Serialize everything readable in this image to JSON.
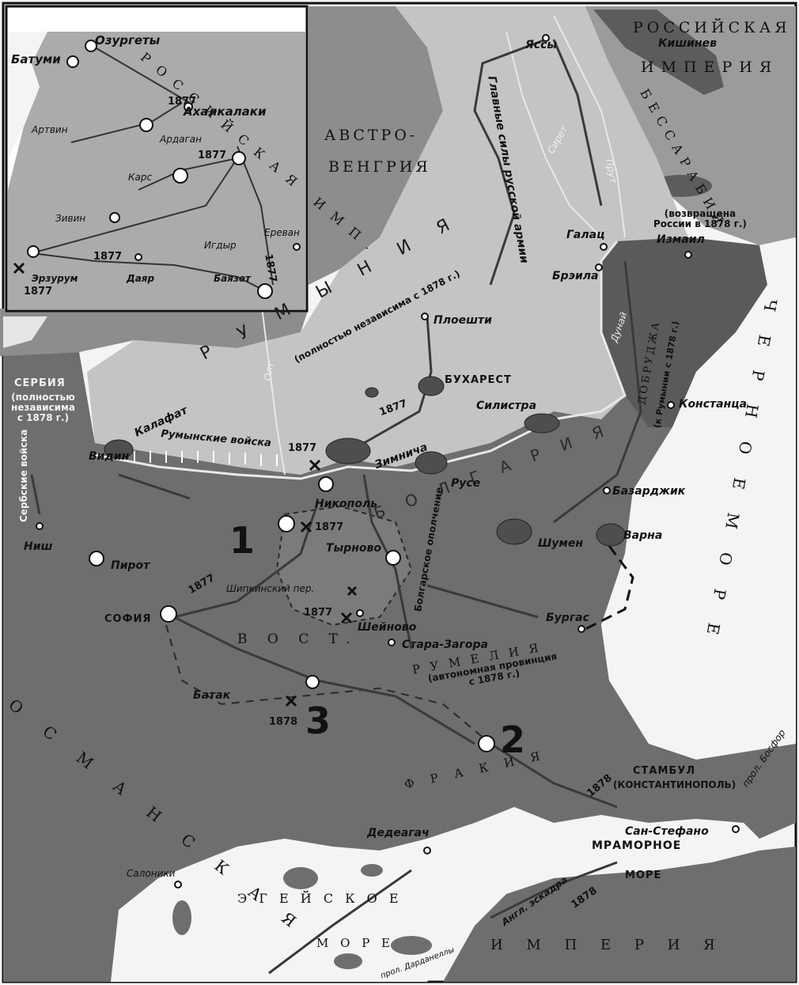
{
  "map": {
    "colors": {
      "sea": "#f4f4f2",
      "empire": "#6e6e6e",
      "romania": "#b7b7b7",
      "austria": "#8d8d8d",
      "russia": "#9b9b9b",
      "inset_land": "#ababab",
      "route": "#3a3a3a",
      "road": "#4a4a4a"
    },
    "inset": {
      "places": [
        "Озургеты",
        "Батуми",
        "Ахалкалаки",
        "Артвин",
        "Ардаган",
        "Карс",
        "Зивин",
        "Ереван",
        "Игдыр",
        "Эрзурум",
        "Даяр",
        "Баязет"
      ],
      "region": "РОССИЙСКАЯ ИМП.",
      "years": [
        "1877",
        "1877",
        "1877",
        "1877",
        "1877"
      ]
    },
    "regions": {
      "russian_empire": "РОССИЙСКАЯ",
      "russian_empire_2": "ИМПЕРИЯ",
      "bessarabia": "БЕССАРАБИЯ",
      "austria": "АВСТРО-",
      "austria_2": "ВЕНГРИЯ",
      "romania": "РУМЫНИЯ",
      "romania_note": "(полностью независима с 1878 г.)",
      "serbia": "СЕРБИЯ",
      "serbia_note": "(полностью\nнезависима\nс 1878 г.)",
      "dobruja": "ДОБРУДЖА",
      "dobruja_note": "(к Румынии с 1878 г.)",
      "bessarabia_note": "(возвращена\nРоссии в 1878 г.)",
      "bulgaria": "БОЛГАРИЯ",
      "east": "В О С Т.",
      "rumelia": "Р У М Е Л И Я",
      "rumelia_note": "(автономная провинция\nс 1878 г.)",
      "thrace": "Ф Р А К И Я",
      "ottoman": "О С М А Н С К А Я",
      "empire": "И М П Е Р И Я",
      "black_sea": "Ч Е Р Н О Е   М О Р Е",
      "aegean": "Э Г Е Й С К О Е",
      "aegean_2": "М О Р Е",
      "marmara": "МРАМОРНОЕ",
      "marmara_2": "МОРЕ"
    },
    "cities": {
      "iasi": "Яссы",
      "chisinau": "Кишинев",
      "galati": "Галац",
      "izmail": "Измаил",
      "braila": "Брэила",
      "ploiesti": "Плоешти",
      "bucharest": "БУХАРЕСТ",
      "silistra": "Силистра",
      "constanta": "Констанца",
      "kalafat": "Калафат",
      "vidin": "Видин",
      "zimnicea": "Зимнича",
      "ruse": "Русе",
      "nikopol": "Никополь",
      "bazardzhik": "Базарджик",
      "varna": "Варна",
      "shumen": "Шумен",
      "tarnovo": "Тырново",
      "nish": "Ниш",
      "pirot": "Пирот",
      "sofia": "СОФИЯ",
      "shipka": "Шипкинский пер.",
      "sheinovo": "Шейново",
      "stara_zagora": "Стара-Загора",
      "burgas": "Бургас",
      "batak": "Батак",
      "dedeagach": "Дедеагач",
      "istanbul": "СТАМБУЛ",
      "istanbul_note": "(КОНСТАНТИНОПОЛЬ)",
      "san_stefano": "Сан-Стефано",
      "saloniki": "Салоники"
    },
    "annotations": {
      "main_forces": "Главные силы русской армии",
      "romanian_troops": "Румынские войска",
      "serbian_troops": "Сербские войска",
      "bulgarian_militia": "Болгарское ополчение",
      "english_squadron": "Англ. эскадра",
      "bosporus": "прол. Босфор",
      "dardanelles": "прол. Дарданеллы",
      "prut": "Прут",
      "siret": "Сирет",
      "olt": "Олт",
      "danube": "Дунай"
    },
    "years": {
      "y1877": "1877",
      "y1878": "1878",
      "y1878g": "1878 г."
    },
    "battles": [
      "1",
      "2",
      "3"
    ]
  }
}
